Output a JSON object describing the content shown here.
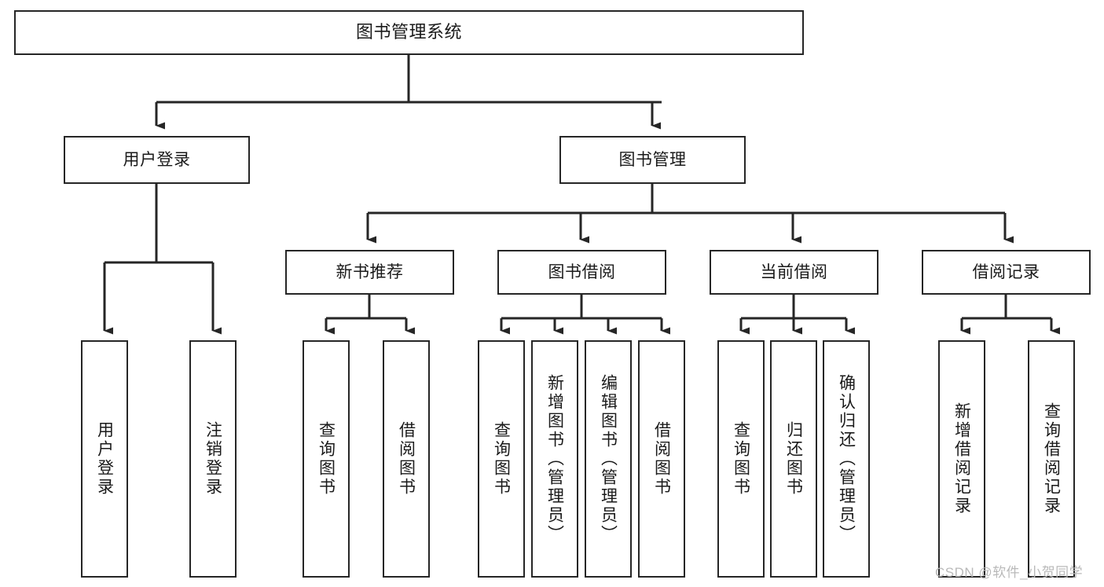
{
  "diagram": {
    "title": "图书管理系统",
    "type": "tree-hierarchy-diagram",
    "root": {
      "id": "root",
      "label": "图书管理系统"
    },
    "level2": [
      {
        "id": "user-login",
        "label": "用户登录"
      },
      {
        "id": "book-management",
        "label": "图书管理"
      }
    ],
    "level3": [
      {
        "id": "new-book-recommend",
        "label": "新书推荐",
        "parent": "book-management"
      },
      {
        "id": "book-borrow",
        "label": "图书借阅",
        "parent": "book-management"
      },
      {
        "id": "current-borrow",
        "label": "当前借阅",
        "parent": "book-management"
      },
      {
        "id": "borrow-record",
        "label": "借阅记录",
        "parent": "book-management"
      }
    ],
    "leaves": {
      "user_login": [
        {
          "id": "leaf-user-login",
          "label": "用户登录"
        },
        {
          "id": "leaf-user-logout",
          "label": "注销登录"
        }
      ],
      "new_book_recommend": [
        {
          "id": "leaf-query-book-1",
          "label": "查询图书"
        },
        {
          "id": "leaf-borrow-book-1",
          "label": "借阅图书"
        }
      ],
      "book_borrow": [
        {
          "id": "leaf-query-book-2",
          "label": "查询图书"
        },
        {
          "id": "leaf-add-book",
          "label": "新增图书（管理员）"
        },
        {
          "id": "leaf-edit-book",
          "label": "编辑图书（管理员）"
        },
        {
          "id": "leaf-borrow-book-2",
          "label": "借阅图书"
        }
      ],
      "current_borrow": [
        {
          "id": "leaf-query-book-3",
          "label": "查询图书"
        },
        {
          "id": "leaf-return-book",
          "label": "归还图书"
        },
        {
          "id": "leaf-confirm-return",
          "label": "确认归还（管理员）"
        }
      ],
      "borrow_record": [
        {
          "id": "leaf-add-record",
          "label": "新增借阅记录"
        },
        {
          "id": "leaf-query-record",
          "label": "查询借阅记录"
        }
      ]
    },
    "watermark": "CSDN @软件_小贺同学",
    "colors": {
      "stroke": "#262626",
      "background": "#ffffff",
      "text": "#1a1a1a",
      "watermark": "#b9b9b9"
    }
  }
}
